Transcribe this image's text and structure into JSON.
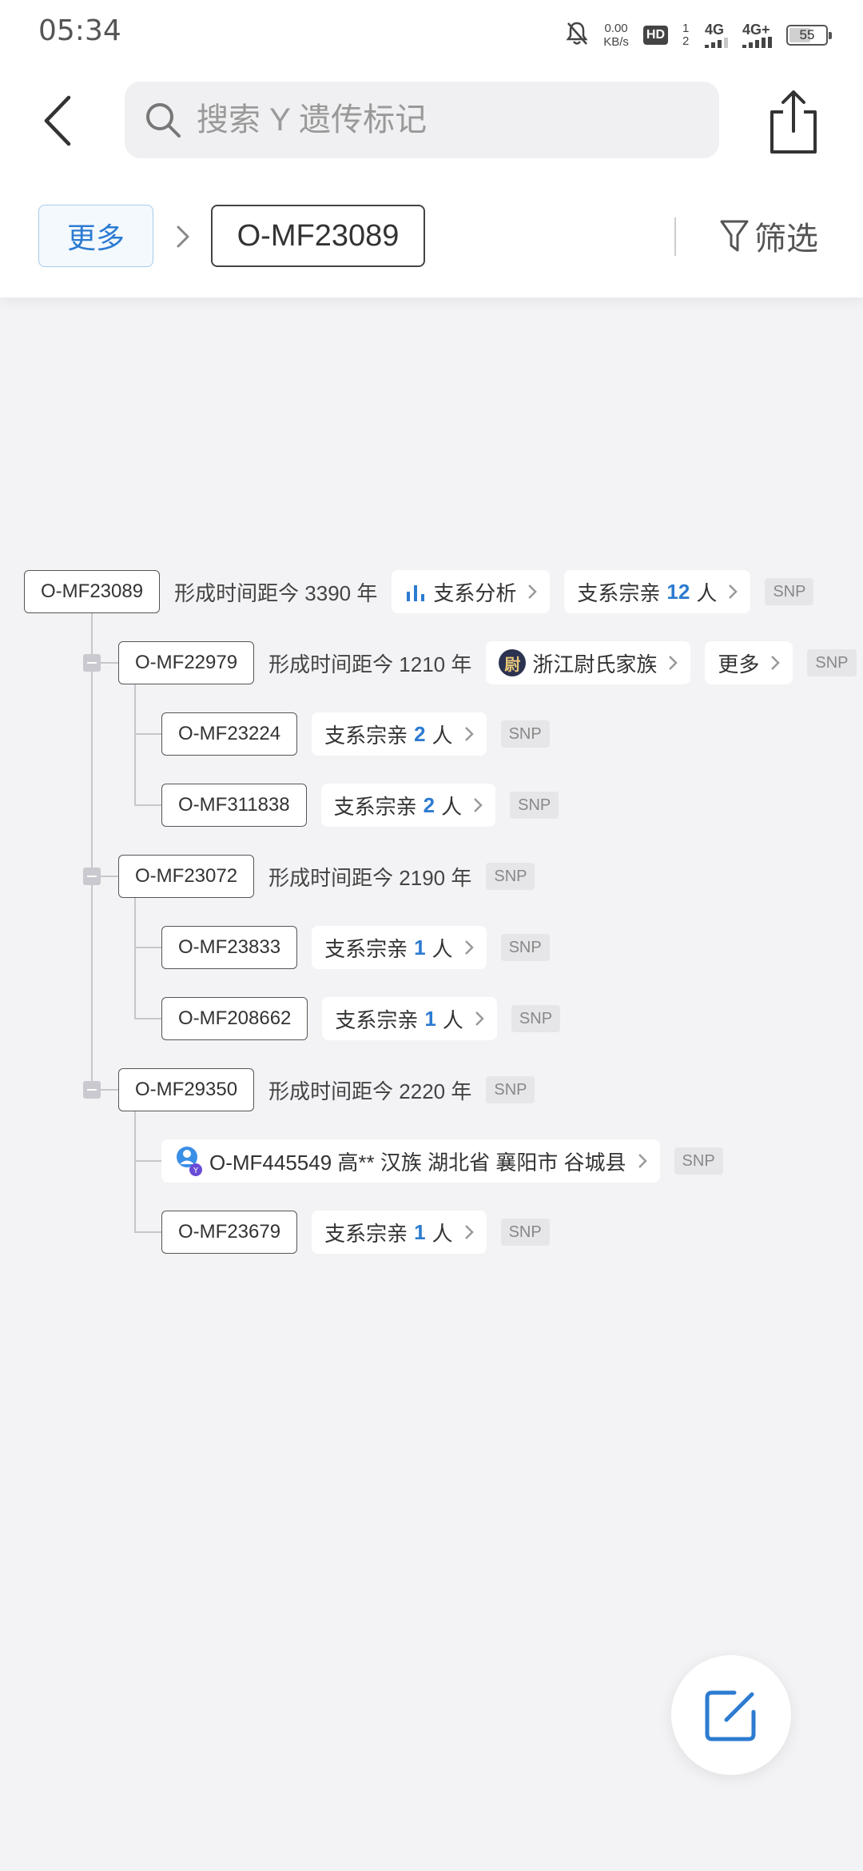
{
  "status_bar": {
    "time": "05:34",
    "net_speed_value": "0.00",
    "net_speed_unit": "KB/s",
    "hd_label": "HD",
    "sim_numbers": "1 2",
    "sim1_type": "4G",
    "sim2_type": "4G+",
    "battery": "55"
  },
  "search": {
    "placeholder": "搜索 Y 遗传标记"
  },
  "breadcrumb": {
    "more_label": "更多",
    "current": "O-MF23089"
  },
  "filter": {
    "label": "筛选"
  },
  "tree": {
    "root": {
      "id": "O-MF23089",
      "formed": "形成时间距今 3390 年",
      "analysis_label": "支系分析",
      "kin_prefix": "支系宗亲",
      "kin_count": "12",
      "kin_suffix": "人",
      "tag": "SNP"
    },
    "n1": {
      "id": "O-MF22979",
      "formed": "形成时间距今 1210 年",
      "clan_icon_char": "尉",
      "clan_label": "浙江尉氏家族",
      "more_label": "更多",
      "tag": "SNP"
    },
    "n1a": {
      "id": "O-MF23224",
      "kin_prefix": "支系宗亲",
      "kin_count": "2",
      "kin_suffix": "人",
      "tag": "SNP"
    },
    "n1b": {
      "id": "O-MF311838",
      "kin_prefix": "支系宗亲",
      "kin_count": "2",
      "kin_suffix": "人",
      "tag": "SNP"
    },
    "n2": {
      "id": "O-MF23072",
      "formed": "形成时间距今 2190 年",
      "tag": "SNP"
    },
    "n2a": {
      "id": "O-MF23833",
      "kin_prefix": "支系宗亲",
      "kin_count": "1",
      "kin_suffix": "人",
      "tag": "SNP"
    },
    "n2b": {
      "id": "O-MF208662",
      "kin_prefix": "支系宗亲",
      "kin_count": "1",
      "kin_suffix": "人",
      "tag": "SNP"
    },
    "n3": {
      "id": "O-MF29350",
      "formed": "形成时间距今 2220 年",
      "tag": "SNP"
    },
    "n3a": {
      "person": "O-MF445549 高** 汉族 湖北省 襄阳市 谷城县",
      "tag": "SNP"
    },
    "n3b": {
      "id": "O-MF23679",
      "kin_prefix": "支系宗亲",
      "kin_count": "1",
      "kin_suffix": "人",
      "tag": "SNP"
    }
  },
  "colors": {
    "accent": "#2c7bd1",
    "background": "#f3f3f5",
    "node_border": "#555555",
    "tag_bg": "#e6e6e9"
  },
  "icons": {
    "back": "back-arrow-icon",
    "search": "search-icon",
    "share": "share-icon",
    "filter": "filter-icon",
    "analysis": "bar-chart-icon",
    "edit": "edit-icon"
  }
}
